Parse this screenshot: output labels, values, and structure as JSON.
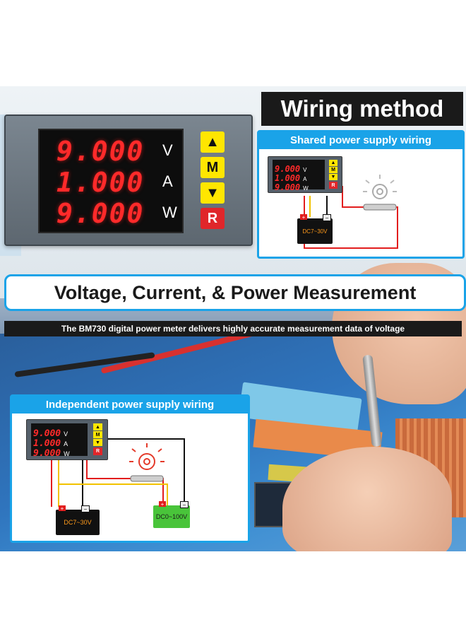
{
  "header": {
    "title": "Wiring method"
  },
  "big_meter": {
    "rows": [
      {
        "value": "9.000",
        "unit": "V"
      },
      {
        "value": "1.000",
        "unit": "A"
      },
      {
        "value": "9.000",
        "unit": "W"
      }
    ],
    "buttons": {
      "up": "▲",
      "mode": "M",
      "down": "▼",
      "reset": "R"
    }
  },
  "shared_panel": {
    "title": "Shared power supply wiring",
    "meter": [
      {
        "value": "9.000",
        "unit": "V"
      },
      {
        "value": "1.000",
        "unit": "A"
      },
      {
        "value": "9.000",
        "unit": "W"
      }
    ],
    "buttons": {
      "up": "▲",
      "mode": "M",
      "down": "▼",
      "reset": "R"
    },
    "battery_label": "DC7~30V",
    "plus": "+",
    "minus": "−"
  },
  "banner": {
    "headline": "Voltage, Current, & Power Measurement",
    "subline": "The BM730 digital power meter delivers highly accurate measurement data of voltage"
  },
  "independent_panel": {
    "title": "Independent power supply wiring",
    "meter": [
      {
        "value": "9.000",
        "unit": "V"
      },
      {
        "value": "1.000",
        "unit": "A"
      },
      {
        "value": "9.000",
        "unit": "W"
      }
    ],
    "buttons": {
      "up": "▲",
      "mode": "M",
      "down": "▼",
      "reset": "R"
    },
    "battery1_label": "DC7~30V",
    "battery2_label": "DC0~100V",
    "plus": "+",
    "minus": "−"
  },
  "colors": {
    "accent_blue": "#1aa3e8",
    "display_red": "#ff2a2a",
    "button_yellow": "#ffe600",
    "reset_red": "#e0262a",
    "header_black": "#1a1a1a"
  }
}
